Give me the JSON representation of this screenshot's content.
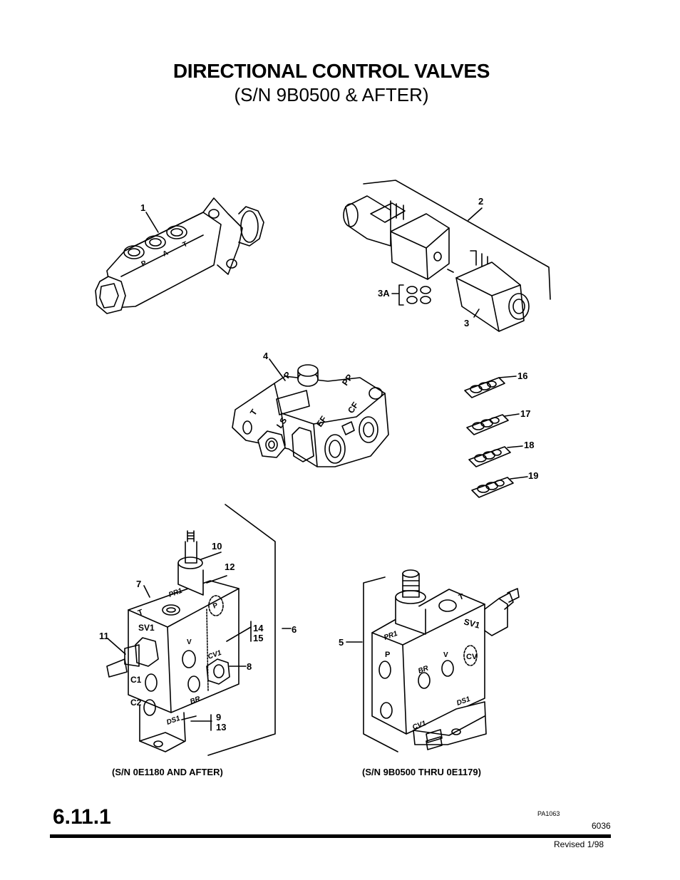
{
  "header": {
    "title": "DIRECTIONAL CONTROL VALVES",
    "subtitle": "(S/N 9B0500 & AFTER)"
  },
  "callouts": [
    {
      "id": "c1",
      "label": "1"
    },
    {
      "id": "c2",
      "label": "2"
    },
    {
      "id": "c3A",
      "label": "3A"
    },
    {
      "id": "c3",
      "label": "3"
    },
    {
      "id": "c4",
      "label": "4"
    },
    {
      "id": "c16",
      "label": "16"
    },
    {
      "id": "c17",
      "label": "17"
    },
    {
      "id": "c18",
      "label": "18"
    },
    {
      "id": "c19",
      "label": "19"
    },
    {
      "id": "c10",
      "label": "10"
    },
    {
      "id": "c12",
      "label": "12"
    },
    {
      "id": "c7",
      "label": "7"
    },
    {
      "id": "c11",
      "label": "11"
    },
    {
      "id": "c14",
      "label": "14"
    },
    {
      "id": "c15",
      "label": "15"
    },
    {
      "id": "c6",
      "label": "6"
    },
    {
      "id": "c8",
      "label": "8"
    },
    {
      "id": "c9",
      "label": "9"
    },
    {
      "id": "c13",
      "label": "13"
    },
    {
      "id": "c5",
      "label": "5"
    }
  ],
  "port_labels": {
    "valve1": [
      "P",
      "A",
      "T"
    ],
    "valve4": [
      "P",
      "PP",
      "T",
      "LS",
      "EF",
      "CF"
    ],
    "manifold_left": [
      "PR1",
      "P",
      "T",
      "SV1",
      "V",
      "CV1",
      "C1",
      "C2",
      "BR",
      "DS1"
    ],
    "manifold_right": [
      "T",
      "PR1",
      "SV1",
      "P",
      "V",
      "CV",
      "BR",
      "DS1",
      "CV1"
    ]
  },
  "captions": {
    "left": "(S/N 0E1180 AND AFTER)",
    "right": "(S/N 9B0500 THRU 0E1179)"
  },
  "footer": {
    "section": "6.11.1",
    "figure_id": "PA1063",
    "page_number": "6036",
    "revised": "Revised  1/98"
  }
}
